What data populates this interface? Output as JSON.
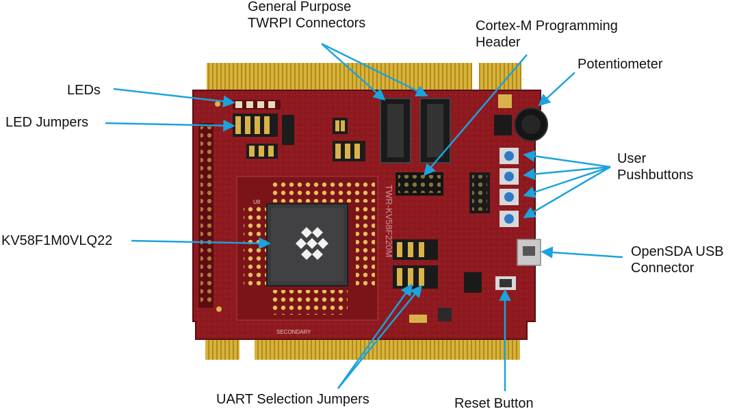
{
  "labels": {
    "general_purpose": [
      "General Purpose",
      "TWRPI Connectors"
    ],
    "cortex_m": [
      "Cortex-M Programming",
      "Header"
    ],
    "potentiometer": "Potentiometer",
    "leds": "LEDs",
    "led_jumpers": "LED Jumpers",
    "user_pushbuttons": [
      "User",
      "Pushbuttons"
    ],
    "mcu": "KV58F1M0VLQ22",
    "opensda_usb": [
      "OpenSDA USB",
      "Connector"
    ],
    "uart_jumpers": "UART Selection Jumpers",
    "reset_button": "Reset Button"
  },
  "board_silkscreen": {
    "board_name": "TWR-KV58F220M",
    "secondary": "SECONDARY",
    "u8": "U8"
  },
  "colors": {
    "pcb": "#8e1a20",
    "pcb_dark": "#6e1016",
    "gold": "#d8b33a",
    "arrow": "#1aa3dd",
    "chip": "#3a3a3c"
  }
}
